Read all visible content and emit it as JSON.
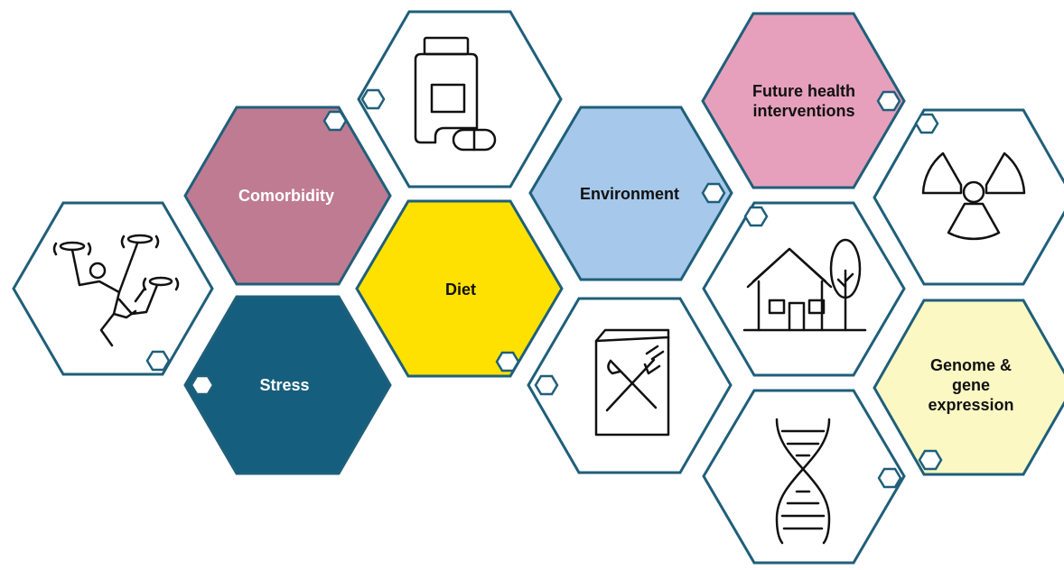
{
  "labels": {
    "comorbidity": "Comorbidity",
    "stress": "Stress",
    "diet": "Diet",
    "environment": "Environment",
    "future_health": "Future health interventions",
    "genome": "Genome & gene expression"
  },
  "colors": {
    "outline": "#1f5f7a",
    "comorbidity": "#bf7b92",
    "stress": "#165e7e",
    "diet": "#ffe100",
    "environment": "#a6c8ea",
    "future_health": "#e6a0bb",
    "genome": "#fbf8c4",
    "white_text": "#ffffff",
    "dark_text": "#111111"
  },
  "icons": {
    "exercise": "people-exercising-icon",
    "medication": "medication-bottle-icon",
    "menu": "menu-fork-knife-icon",
    "home": "house-with-tree-icon",
    "radiation": "radiation-icon",
    "dna": "dna-helix-icon"
  }
}
